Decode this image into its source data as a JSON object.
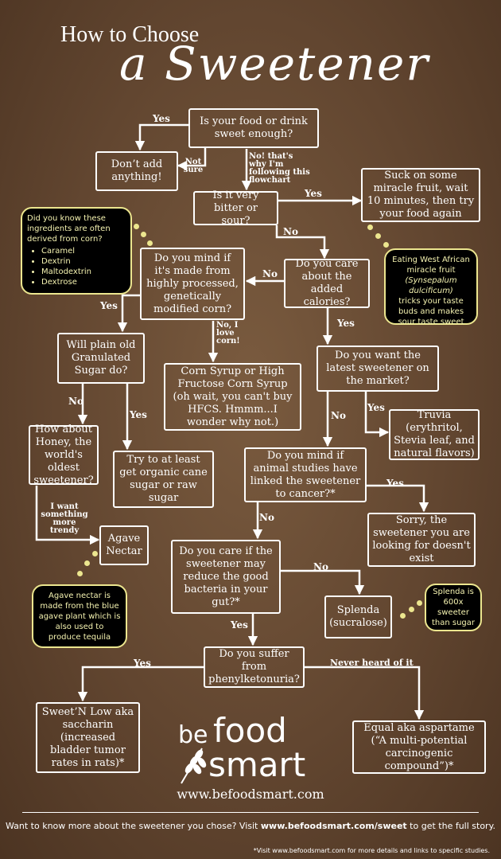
{
  "title": {
    "line1": "How to Choose",
    "line2": "a Sweetener"
  },
  "nodes": {
    "q1": "Is your food or drink sweet enough?",
    "dont_add": "Don’t add anything!",
    "q2": "Is it very bitter or sour?",
    "miracle": "Suck on some miracle fruit, wait 10 minutes, then try your food again",
    "q3": "Do you care about the added calories?",
    "q4": "Do you mind if it's made from highly processed, genetically modified corn?",
    "corn_syrup": "Corn Syrup or High Fructose Corn Syrup (oh wait, you can't buy HFCS. Hmmm...I wonder why not.)",
    "q5": "Will plain old Granulated Sugar do?",
    "q6": "How about Honey, the world's oldest sweetener?",
    "organic": "Try to at least get organic cane sugar or raw sugar",
    "agave": "Agave Nectar",
    "q7": "Do you want the latest sweetener on the market?",
    "truvia": "Truvia (erythritol, Stevia leaf, and natural flavors)",
    "q8": "Do you mind if animal studies have linked the sweetener to cancer?*",
    "sorry": "Sorry, the sweetener you are looking for doesn't exist",
    "q9": "Do you care if the sweetener may reduce the good bacteria in your gut?*",
    "splenda": "Splenda (sucralose)",
    "q10": "Do you suffer from phenylketonuria?",
    "sweetnlow": "Sweet’N Low aka saccharin (increased bladder tumor rates in rats)*",
    "equal": "Equal aka aspartame (“A multi-potential carcinogenic compound”)*"
  },
  "labels": {
    "q1_yes": "Yes",
    "q1_notsure": "Not sure",
    "q1_no": "No! that's why I'm following this flowchart",
    "q2_yes": "Yes",
    "q2_no": "No",
    "q3_no": "No",
    "q3_yes": "Yes",
    "q4_yes": "Yes",
    "q4_no": "No, I love corn!",
    "q5_no": "No",
    "q5_yes": "Yes",
    "q6_trendy": "I want something more trendy",
    "q7_no": "No",
    "q7_yes": "Yes",
    "q8_yes": "Yes",
    "q8_no": "No",
    "q9_no": "No",
    "q9_yes": "Yes",
    "q10_yes": "Yes",
    "q10_never": "Never heard of it"
  },
  "notes": {
    "corn_intro": "Did you know these ingredients are often derived from corn?",
    "corn_items": [
      "Caramel",
      "Dextrin",
      "Maltodextrin",
      "Dextrose"
    ],
    "miracle_a": "Eating West African miracle fruit",
    "miracle_b": "(Synsepalum dulcificum)",
    "miracle_c": "tricks your taste buds and makes sour taste sweet",
    "agave": "Agave nectar is made from the blue agave plant which is also used to produce tequila",
    "splenda": "Splenda is 600x sweeter than sugar"
  },
  "brand": {
    "be": "be",
    "food": "food",
    "smart": "smart",
    "url": "www.befoodsmart.com"
  },
  "footer": {
    "pre": "Want to know more about the sweetener you chose? Visit ",
    "link": "www.befoodsmart.com/sweet",
    "post": " to get the full story.",
    "fine": "*Visit www.befoodsmart.com for more details and links to specific studies."
  },
  "colors": {
    "background": "#624630",
    "note_border": "#ece68f",
    "note_text": "#f4f2b0"
  }
}
